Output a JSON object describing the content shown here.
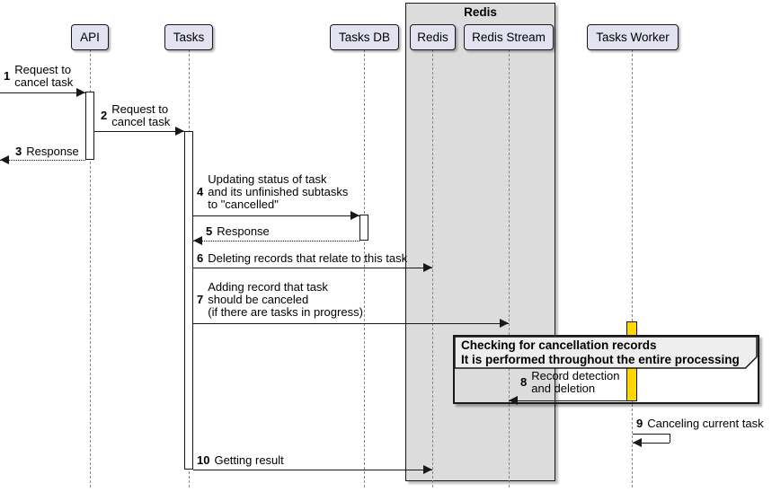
{
  "colors": {
    "participant_fill": "#E2E2F0",
    "participant_border": "#181818",
    "container_fill": "#DCDCDC",
    "group_header_fill": "#EEEEEE",
    "activation_fill": "#FFFFFF",
    "worker_activation_fill": "#FFD700",
    "arrow_color": "#181818",
    "lifeline_color": "#888888"
  },
  "container": {
    "title": "Redis"
  },
  "participants": {
    "api": "API",
    "tasks": "Tasks",
    "tasks_db": "Tasks DB",
    "redis": "Redis",
    "redis_stream": "Redis Stream",
    "tasks_worker": "Tasks Worker"
  },
  "group": {
    "title": "Checking for cancellation records\nIt is performed throughout the entire processing"
  },
  "messages": {
    "m1": {
      "num": "1",
      "text": "Request to\ncancel task"
    },
    "m2": {
      "num": "2",
      "text": "Request to\ncancel task"
    },
    "m3": {
      "num": "3",
      "text": "Response"
    },
    "m4": {
      "num": "4",
      "text": "Updating status of task\nand its unfinished subtasks\nto \"cancelled\""
    },
    "m5": {
      "num": "5",
      "text": "Response"
    },
    "m6": {
      "num": "6",
      "text": "Deleting records that relate to this task"
    },
    "m7": {
      "num": "7",
      "text": "Adding record that task\nshould be canceled\n(if there are tasks in progress)"
    },
    "m8": {
      "num": "8",
      "text": "Record detection\nand deletion"
    },
    "m9": {
      "num": "9",
      "text": "Canceling current task"
    },
    "m10": {
      "num": "10",
      "text": "Getting result"
    }
  }
}
